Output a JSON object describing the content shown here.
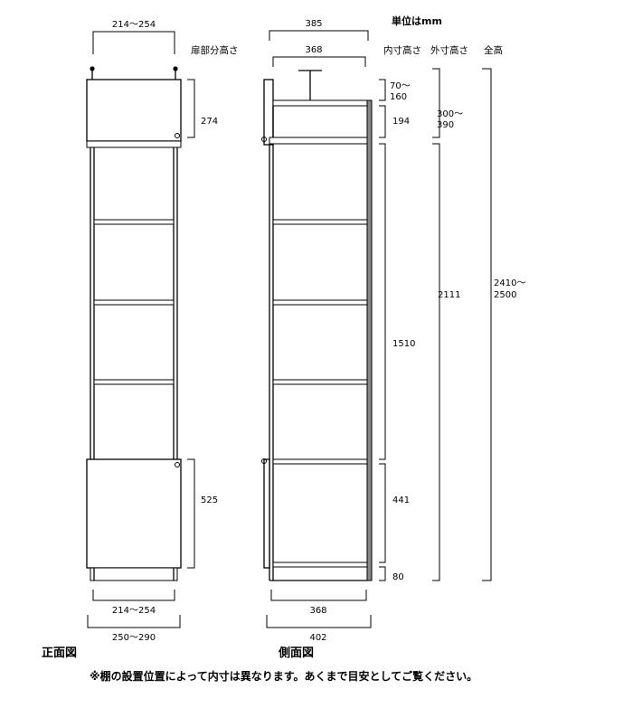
{
  "header": {
    "unit_label": "単位はmm",
    "col_door_height": "扉部分高さ",
    "col_inner_height": "内寸高さ",
    "col_outer_height": "外寸高さ",
    "col_total_height": "全高"
  },
  "front_view": {
    "caption": "正面図",
    "top_width": "214〜254",
    "inner_width": "214〜254",
    "outer_width": "250〜290",
    "upper_door_height": "274",
    "lower_door_height": "525"
  },
  "side_view": {
    "caption": "側面図",
    "top_depth_outer": "385",
    "top_depth_inner": "368",
    "bottom_depth_inner": "368",
    "bottom_depth_outer": "402",
    "inner_top_gap_line1": "70〜",
    "inner_top_gap_line2": "160",
    "inner_upper_compartment": "194",
    "inner_middle": "1510",
    "inner_lower": "441",
    "inner_base": "80",
    "outer_upper_line1": "300〜",
    "outer_upper_line2": "390",
    "outer_main": "2111",
    "total_line1": "2410〜",
    "total_line2": "2500"
  },
  "footer": {
    "note": "※棚の設置位置によって内寸は異なります。あくまで目安としてご覧ください。"
  },
  "colors": {
    "line": "#000000",
    "back_panel": "#888888",
    "background": "#ffffff"
  }
}
